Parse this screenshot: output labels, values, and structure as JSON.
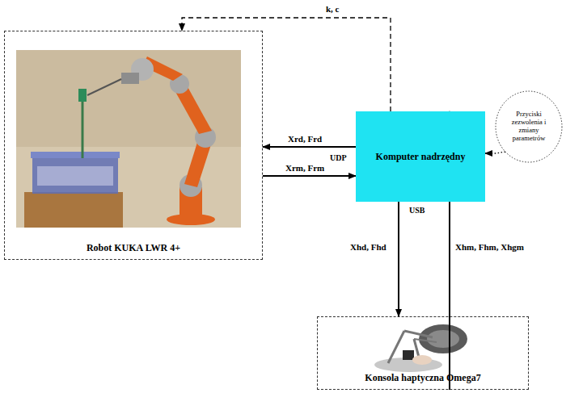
{
  "diagram": {
    "nodes": [
      {
        "text": [
          "Robot KUKA LWR 4+"
        ]
      },
      {
        "text": [
          "Komputer nadrzędny"
        ]
      },
      {
        "text": [
          "Konsola haptyczna Omega7"
        ]
      },
      {
        "text": [
          "Przyciski zezwolenia i zmiany parametrów"
        ]
      }
    ],
    "edges": [
      {
        "from": 1,
        "to": 0,
        "label": "Xrd, Frd",
        "arrow": "to"
      },
      {
        "from": 0,
        "to": 1,
        "label": "Xrm, Frm",
        "arrow": "to"
      },
      {
        "from": 1,
        "to": 0,
        "label": "k, c",
        "arrow": "to"
      },
      {
        "from": 1,
        "to": 2,
        "label": "Xhd, Fhd",
        "arrow": "to"
      },
      {
        "from": 2,
        "to": 1,
        "label": "Xhm, Fhm, Xhgm",
        "arrow": "to"
      },
      {
        "from": 3,
        "to": 1,
        "arrow": "to"
      }
    ],
    "labels": [
      "UDP",
      "USB"
    ]
  }
}
